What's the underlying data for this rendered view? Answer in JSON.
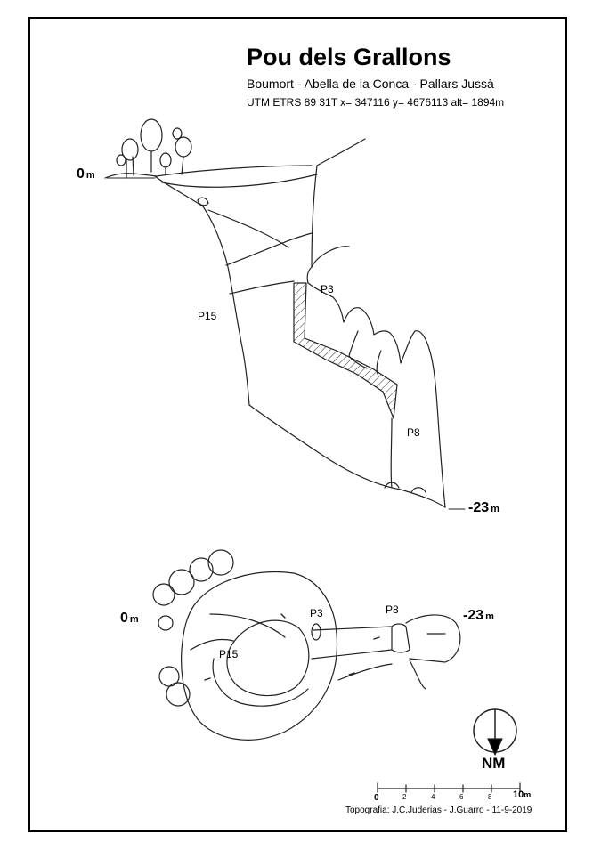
{
  "title": "Pou dels Grallons",
  "subtitle": "Boumort - Abella de la Conca - Pallars Jussà",
  "coordinates": "UTM ETRS 89 31T x= 347116   y= 4676113 alt= 1894m",
  "section": {
    "top_depth": "0",
    "top_unit": "m",
    "bottom_depth": "-23",
    "bottom_unit": "m",
    "pitches": [
      "P15",
      "P3",
      "P8"
    ]
  },
  "plan": {
    "entrance_depth": "0",
    "entrance_unit": "m",
    "end_depth": "-23",
    "end_unit": "m",
    "pitches": [
      "P15",
      "P3",
      "P8"
    ]
  },
  "north_arrow": {
    "label": "NM",
    "icon": "north-arrow-icon"
  },
  "scale_bar": {
    "ticks": [
      "0",
      "2",
      "4",
      "6",
      "8",
      "10"
    ],
    "unit": "m"
  },
  "credits": "Topografia: J.C.Juderias - J.Guarro - 11-9-2019"
}
